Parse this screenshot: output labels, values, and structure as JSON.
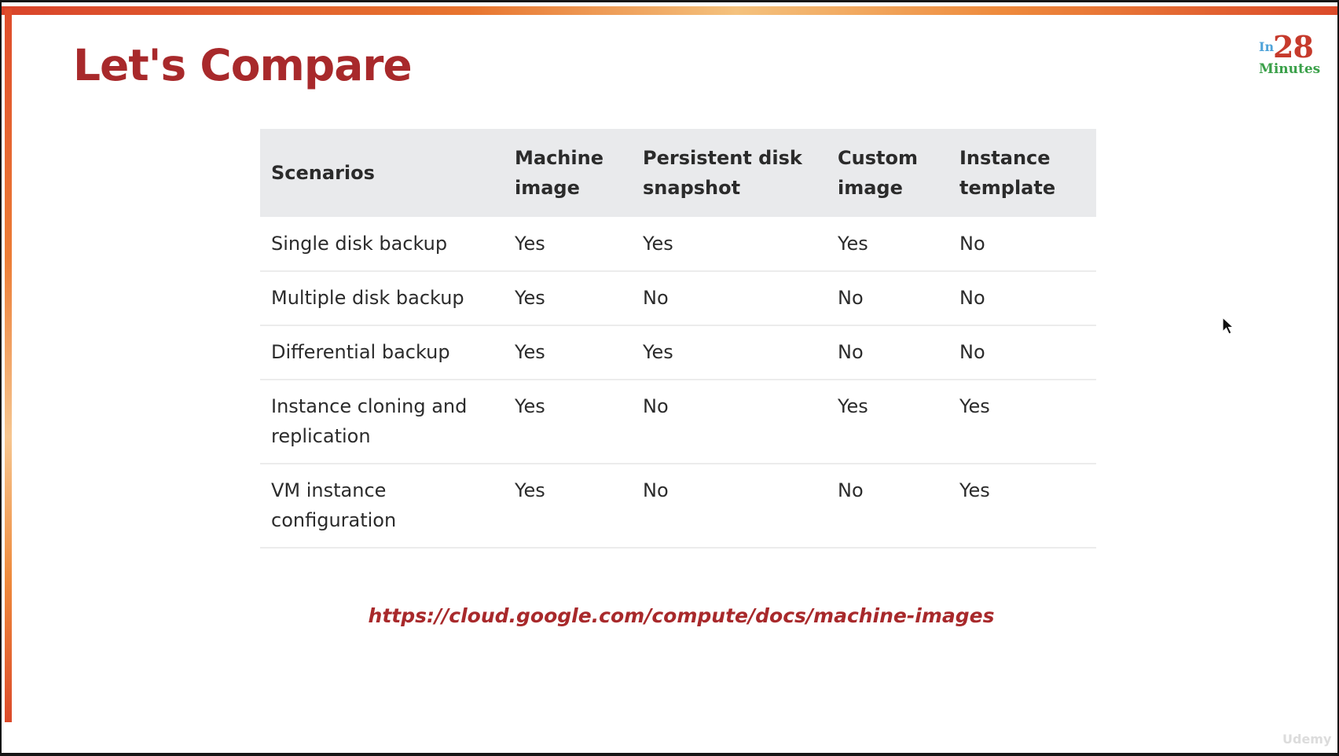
{
  "slide": {
    "title": "Let's Compare",
    "logo": {
      "prefix": "In",
      "number": "28",
      "suffix": "Minutes"
    },
    "link": "https://cloud.google.com/compute/docs/machine-images",
    "watermark": "Udemy"
  },
  "table": {
    "headers": [
      "Scenarios",
      "Machine image",
      "Persistent disk snapshot",
      "Custom image",
      "Instance template"
    ],
    "rows": [
      [
        "Single disk backup",
        "Yes",
        "Yes",
        "Yes",
        "No"
      ],
      [
        "Multiple disk backup",
        "Yes",
        "No",
        "No",
        "No"
      ],
      [
        "Differential backup",
        "Yes",
        "Yes",
        "No",
        "No"
      ],
      [
        "Instance cloning and replication",
        "Yes",
        "No",
        "Yes",
        "Yes"
      ],
      [
        "VM instance configuration",
        "Yes",
        "No",
        "No",
        "Yes"
      ]
    ]
  },
  "colors": {
    "title": "#a8292b",
    "link": "#a8292b",
    "header_bg": "#e9eaec",
    "accent_bar": "#e8752f"
  }
}
